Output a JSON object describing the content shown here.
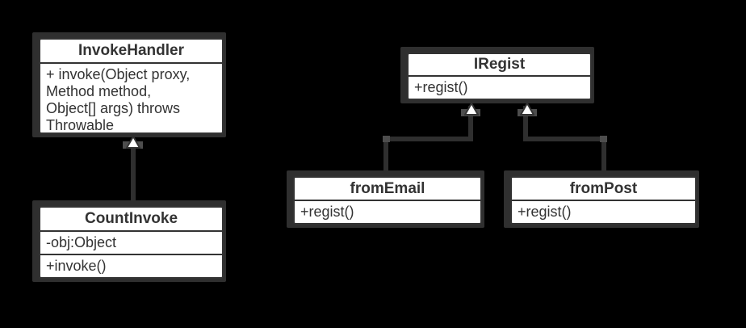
{
  "diagram": {
    "type": "uml-class-diagram",
    "background": "#000000"
  },
  "colors": {
    "box_fill": "#ffffff",
    "border": "#333333",
    "shadow": "#2f2f2f",
    "shadow_overlap": "#4d4d4d",
    "text": "#333333"
  },
  "classes": {
    "invoke_handler": {
      "name": "InvokeHandler",
      "method_lines": [
        "+ invoke(Object proxy,",
        "Method method,",
        "Object[] args) throws",
        "Throwable"
      ]
    },
    "count_invoke": {
      "name": "CountInvoke",
      "field": "-obj:Object",
      "method": "+invoke()"
    },
    "iregist": {
      "name": "IRegist",
      "method": "+regist()"
    },
    "from_email": {
      "name": "fromEmail",
      "method": "+regist()"
    },
    "from_post": {
      "name": "fromPost",
      "method": "+regist()"
    }
  },
  "relations": [
    {
      "from": "CountInvoke",
      "to": "InvokeHandler",
      "type": "generalization"
    },
    {
      "from": "fromEmail",
      "to": "IRegist",
      "type": "generalization"
    },
    {
      "from": "fromPost",
      "to": "IRegist",
      "type": "generalization"
    }
  ]
}
